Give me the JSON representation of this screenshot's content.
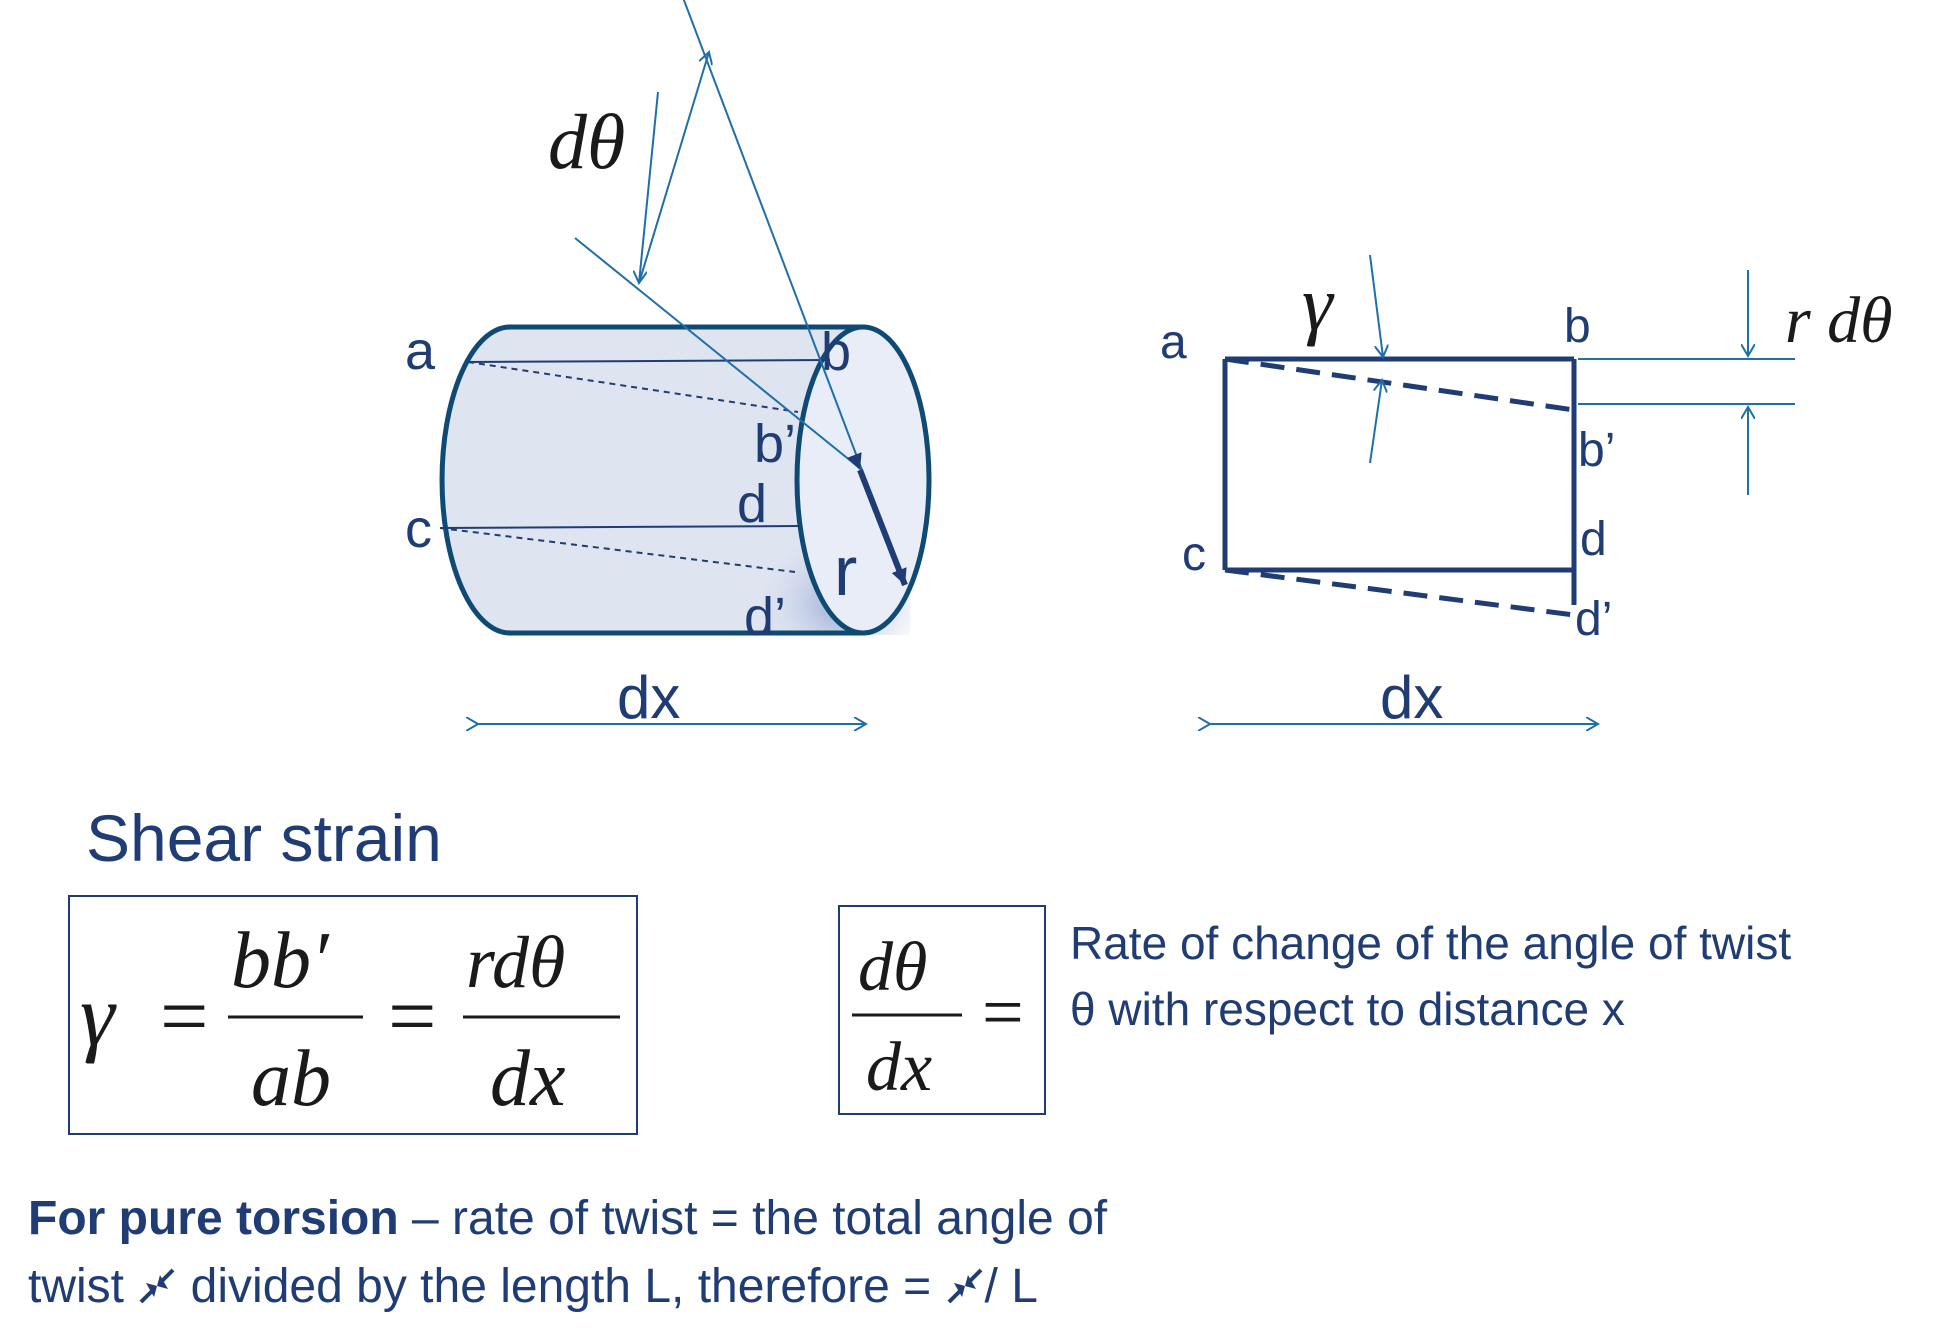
{
  "diagram_left": {
    "labels": {
      "a": "a",
      "b": "b",
      "b_prime": "b’",
      "c": "c",
      "d": "d",
      "d_prime": "d’",
      "r": "r",
      "dtheta": "dθ",
      "dx": "dx"
    }
  },
  "diagram_right": {
    "labels": {
      "a": "a",
      "b": "b",
      "b_prime": "b’",
      "c": "c",
      "d": "d",
      "d_prime": "d’",
      "gamma": "γ",
      "rdtheta": "r dθ",
      "dx": "dx"
    }
  },
  "shear_strain": {
    "title": "Shear strain",
    "gamma": "γ",
    "eq1": "=",
    "frac1_num": "bb′",
    "frac1_den": "ab",
    "eq2": "=",
    "frac2_num": "rdθ",
    "frac2_den": "dx"
  },
  "rate_eq": {
    "num": "dθ",
    "den": "dx",
    "eq": "="
  },
  "rate_text": {
    "line1": "Rate of change of the angle of twist",
    "line2": "θ with respect to distance x"
  },
  "torsion_text": {
    "bold": "For pure torsion",
    "line1_rest": " – rate of twist = the total angle of",
    "line2_a": "twist ",
    "line2_b": " divided by the length L, therefore  = ",
    "line2_c": "/ L"
  },
  "colors": {
    "text": "#1f3c74",
    "line": "#1f6fa8",
    "outline": "#0e4a73",
    "fill": "#dfe4f1"
  }
}
